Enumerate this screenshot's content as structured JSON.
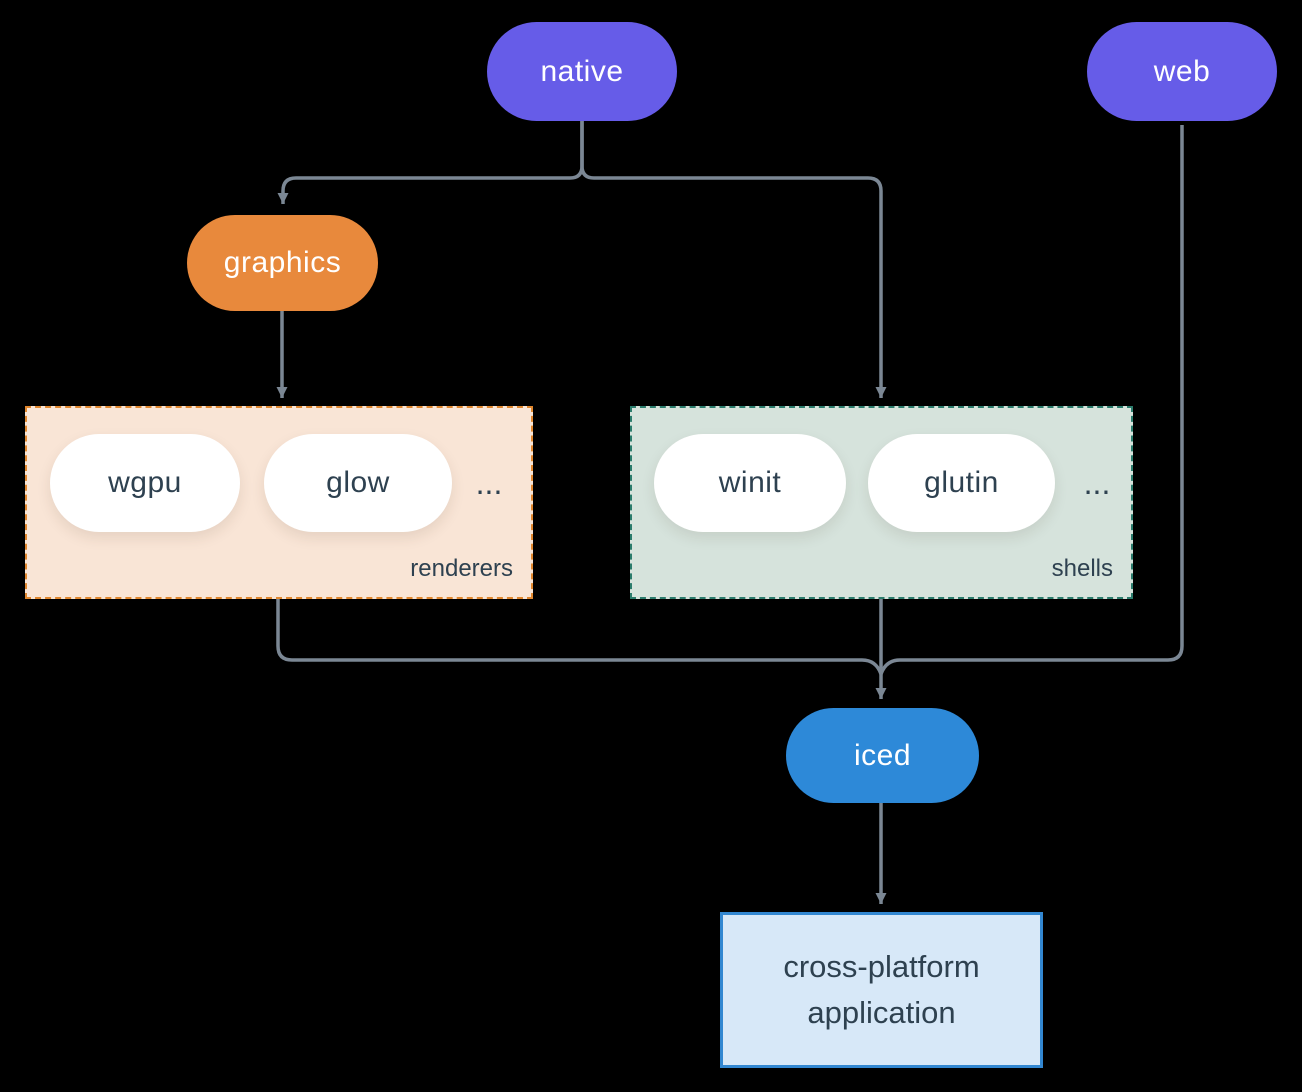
{
  "diagram": {
    "nodes": {
      "native": {
        "label": "native"
      },
      "web": {
        "label": "web"
      },
      "graphics": {
        "label": "graphics"
      },
      "iced": {
        "label": "iced"
      },
      "application": {
        "label_line1": "cross-platform",
        "label_line2": "application"
      }
    },
    "groups": {
      "renderers": {
        "label": "renderers",
        "items": [
          "wgpu",
          "glow"
        ],
        "ellipsis": "..."
      },
      "shells": {
        "label": "shells",
        "items": [
          "winit",
          "glutin"
        ],
        "ellipsis": "..."
      }
    },
    "edges": [
      {
        "from": "native",
        "to": "graphics"
      },
      {
        "from": "native",
        "to": "shells"
      },
      {
        "from": "graphics",
        "to": "renderers"
      },
      {
        "from": "renderers",
        "to": "iced"
      },
      {
        "from": "shells",
        "to": "iced"
      },
      {
        "from": "web",
        "to": "iced"
      },
      {
        "from": "iced",
        "to": "application"
      }
    ],
    "colors": {
      "background": "#000000",
      "node_purple": "#665ce8",
      "node_orange": "#e8893c",
      "node_blue": "#2d89d8",
      "renderers_fill": "#f9e5d6",
      "renderers_border": "#e0872e",
      "shells_fill": "#d6e3dc",
      "shells_border": "#2b7c6c",
      "application_fill": "#d7e8f8",
      "application_border": "#3287d1",
      "edge_line": "#7b8794",
      "dark_text": "#2e4150",
      "pill_text": "#ffffff"
    }
  }
}
